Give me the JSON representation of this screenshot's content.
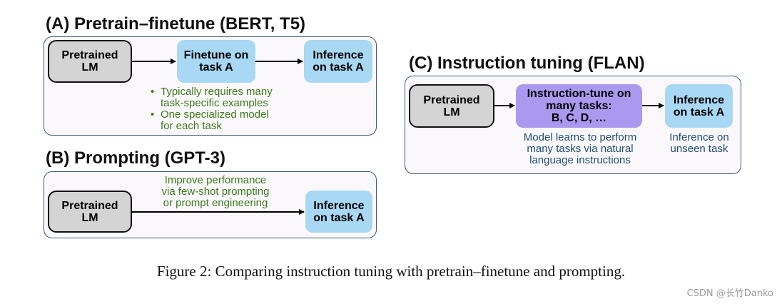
{
  "panel_a": {
    "heading": "(A) Pretrain–finetune (BERT, T5)",
    "box_pretrained": "Pretrained\nLM",
    "box_finetune": "Finetune on\ntask A",
    "box_inference": "Inference\non task A",
    "notes": [
      "Typically requires many\ntask-specific examples",
      "One specialized model\nfor each task"
    ]
  },
  "panel_b": {
    "heading": "(B) Prompting (GPT-3)",
    "box_pretrained": "Pretrained\nLM",
    "box_inference": "Inference\non task A",
    "note": "Improve performance\nvia few-shot prompting\nor prompt engineering"
  },
  "panel_c": {
    "heading": "(C) Instruction tuning (FLAN)",
    "box_pretrained": "Pretrained\nLM",
    "box_instruction": "Instruction-tune on\nmany tasks:\nB, C, D, …",
    "box_inference": "Inference\non task A",
    "note_instruction": "Model learns to perform\nmany tasks via natural\nlanguage instructions",
    "note_inference": "Inference on\nunseen task"
  },
  "caption": "Figure 2: Comparing instruction tuning with pretrain–finetune and prompting.",
  "watermark": "CSDN @长竹Danko",
  "colors": {
    "pretrained_fill": "#d4d4d4",
    "task_fill": "#a8d8f4",
    "instruction_fill": "#a99af0",
    "note_green": "#3c7a1a",
    "note_blue": "#1f4e79",
    "panel_border": "#3b5a78"
  }
}
